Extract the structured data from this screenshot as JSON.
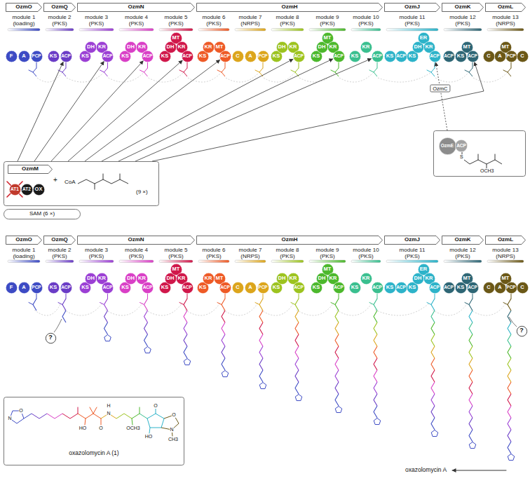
{
  "diagram": {
    "nodes": [
      {
        "text": [
          "OzmO"
        ]
      },
      {
        "text": [
          "OzmQ"
        ]
      },
      {
        "text": [
          "OzmN"
        ]
      },
      {
        "text": [
          "OzmH"
        ]
      },
      {
        "text": [
          "OzmJ"
        ]
      },
      {
        "text": [
          "OzmK"
        ]
      },
      {
        "text": [
          "OzmL"
        ]
      },
      {
        "text": [
          "F"
        ]
      },
      {
        "text": [
          "A"
        ]
      },
      {
        "text": [
          "PCP"
        ]
      },
      {
        "text": [
          "KS"
        ]
      },
      {
        "text": [
          "ACP"
        ]
      },
      {
        "text": [
          "KS"
        ]
      },
      {
        "text": [
          "DH"
        ]
      },
      {
        "text": [
          "KR"
        ]
      },
      {
        "text": [
          "ACP"
        ]
      },
      {
        "text": [
          "KS"
        ]
      },
      {
        "text": [
          "DH"
        ]
      },
      {
        "text": [
          "KR"
        ]
      },
      {
        "text": [
          "ACP"
        ]
      },
      {
        "text": [
          "KS"
        ]
      },
      {
        "text": [
          "DH"
        ]
      },
      {
        "text": [
          "MT"
        ]
      },
      {
        "text": [
          "KR"
        ]
      },
      {
        "text": [
          "ACP"
        ]
      },
      {
        "text": [
          "KS"
        ]
      },
      {
        "text": [
          "KR"
        ]
      },
      {
        "text": [
          "MT"
        ]
      },
      {
        "text": [
          "ACP"
        ]
      },
      {
        "text": [
          "C"
        ]
      },
      {
        "text": [
          "A"
        ]
      },
      {
        "text": [
          "PCP"
        ]
      },
      {
        "text": [
          "KS"
        ]
      },
      {
        "text": [
          "DH"
        ]
      },
      {
        "text": [
          "KR"
        ]
      },
      {
        "text": [
          "ACP"
        ]
      },
      {
        "text": [
          "KS"
        ]
      },
      {
        "text": [
          "DH"
        ]
      },
      {
        "text": [
          "MT"
        ]
      },
      {
        "text": [
          "KR"
        ]
      },
      {
        "text": [
          "ACP"
        ]
      },
      {
        "text": [
          "KS"
        ]
      },
      {
        "text": [
          "KR"
        ]
      },
      {
        "text": [
          "ACP"
        ]
      },
      {
        "text": [
          "KS"
        ]
      },
      {
        "text": [
          "ACP"
        ]
      },
      {
        "text": [
          "KS"
        ]
      },
      {
        "text": [
          "DH"
        ]
      },
      {
        "text": [
          "ER"
        ]
      },
      {
        "text": [
          "KR"
        ]
      },
      {
        "text": [
          "ACP"
        ]
      },
      {
        "text": [
          "ACP"
        ]
      },
      {
        "text": [
          "KS"
        ]
      },
      {
        "text": [
          "MT"
        ]
      },
      {
        "text": [
          "ACP"
        ]
      },
      {
        "text": [
          "C"
        ]
      },
      {
        "text": [
          "A"
        ]
      },
      {
        "text": [
          "MT"
        ]
      },
      {
        "text": [
          "PCP"
        ]
      },
      {
        "text": [
          "C"
        ]
      },
      {
        "text": [
          "+",
          "CoA",
          "(9 ×)"
        ]
      },
      {
        "text": [
          "OzmM"
        ],
        "in": 60
      },
      {
        "text": [
          "AT1"
        ],
        "in": 60
      },
      {
        "text": [
          "AT2"
        ],
        "in": 60
      },
      {
        "text": [
          "OX"
        ],
        "in": 60
      },
      {
        "text": [
          "SAM (6 ×)"
        ]
      },
      {
        "text": [
          "S",
          "OCH3"
        ]
      },
      {
        "text": [
          "OzmE"
        ],
        "in": 66
      },
      {
        "text": [
          "ACP"
        ],
        "in": 66
      },
      {
        "text": [
          "OzmO"
        ]
      },
      {
        "text": [
          "OzmQ"
        ]
      },
      {
        "text": [
          "OzmN"
        ]
      },
      {
        "text": [
          "OzmH"
        ]
      },
      {
        "text": [
          "OzmJ"
        ]
      },
      {
        "text": [
          "OzmK"
        ]
      },
      {
        "text": [
          "OzmL"
        ]
      },
      {
        "text": [
          "F"
        ]
      },
      {
        "text": [
          "A"
        ]
      },
      {
        "text": [
          "PCP"
        ]
      },
      {
        "text": [
          "KS"
        ]
      },
      {
        "text": [
          "ACP"
        ]
      },
      {
        "text": [
          "KS"
        ]
      },
      {
        "text": [
          "DH"
        ]
      },
      {
        "text": [
          "KR"
        ]
      },
      {
        "text": [
          "ACP"
        ]
      },
      {
        "text": [
          "KS"
        ]
      },
      {
        "text": [
          "DH"
        ]
      },
      {
        "text": [
          "KR"
        ]
      },
      {
        "text": [
          "ACP"
        ]
      },
      {
        "text": [
          "KS"
        ]
      },
      {
        "text": [
          "DH"
        ]
      },
      {
        "text": [
          "MT"
        ]
      },
      {
        "text": [
          "KR"
        ]
      },
      {
        "text": [
          "ACP"
        ]
      },
      {
        "text": [
          "KS"
        ]
      },
      {
        "text": [
          "KR"
        ]
      },
      {
        "text": [
          "MT"
        ]
      },
      {
        "text": [
          "ACP"
        ]
      },
      {
        "text": [
          "C"
        ]
      },
      {
        "text": [
          "A"
        ]
      },
      {
        "text": [
          "PCP"
        ]
      },
      {
        "text": [
          "KS"
        ]
      },
      {
        "text": [
          "DH"
        ]
      },
      {
        "text": [
          "KR"
        ]
      },
      {
        "text": [
          "ACP"
        ]
      },
      {
        "text": [
          "KS"
        ]
      },
      {
        "text": [
          "DH"
        ]
      },
      {
        "text": [
          "MT"
        ]
      },
      {
        "text": [
          "KR"
        ]
      },
      {
        "text": [
          "ACP"
        ]
      },
      {
        "text": [
          "KS"
        ]
      },
      {
        "text": [
          "KR"
        ]
      },
      {
        "text": [
          "ACP"
        ]
      },
      {
        "text": [
          "KS"
        ]
      },
      {
        "text": [
          "ACP"
        ]
      },
      {
        "text": [
          "KS"
        ]
      },
      {
        "text": [
          "DH"
        ]
      },
      {
        "text": [
          "ER"
        ]
      },
      {
        "text": [
          "KR"
        ]
      },
      {
        "text": [
          "ACP"
        ]
      },
      {
        "text": [
          "ACP"
        ]
      },
      {
        "text": [
          "KS"
        ]
      },
      {
        "text": [
          "MT"
        ]
      },
      {
        "text": [
          "ACP"
        ]
      },
      {
        "text": [
          "C"
        ]
      },
      {
        "text": [
          "A"
        ]
      },
      {
        "text": [
          "MT"
        ]
      },
      {
        "text": [
          "PCP"
        ]
      },
      {
        "text": [
          "C"
        ]
      },
      {
        "text": [
          "?"
        ]
      },
      {
        "text": [
          "?"
        ]
      },
      {
        "text": [
          "oxazolomycin A (1)"
        ]
      }
    ],
    "edges": [
      {
        "from": 60,
        "to": 11,
        "arrow": "to"
      },
      {
        "from": 60,
        "to": 15,
        "arrow": "to"
      },
      {
        "from": 60,
        "to": 19,
        "arrow": "to"
      },
      {
        "from": 60,
        "to": 24,
        "arrow": "to"
      },
      {
        "from": 60,
        "to": 28,
        "arrow": "to"
      },
      {
        "from": 60,
        "to": 35,
        "arrow": "to"
      },
      {
        "from": 60,
        "to": 40,
        "arrow": "to"
      },
      {
        "from": 60,
        "to": 43,
        "arrow": "to"
      },
      {
        "from": 60,
        "to": 54,
        "arrow": "to"
      },
      {
        "from": 66,
        "to": 50,
        "label": "OzmC",
        "arrow": "to"
      }
    ],
    "labels": [
      "module 1 (loading)",
      "module 2 (PKS)",
      "module 3 (PKS)",
      "module 4 (PKS)",
      "module 5 (PKS)",
      "module 6 (PKS)",
      "module 7 (NRPS)",
      "module 8 (PKS)",
      "module 9 (PKS)",
      "module 10 (PKS)",
      "module 11 (PKS)",
      "module 12 (PKS)",
      "module 13 (NRPS)",
      "module 1 (loading)",
      "module 2 (PKS)",
      "module 3 (PKS)",
      "module 4 (PKS)",
      "module 5 (PKS)",
      "module 6 (PKS)",
      "module 7 (NRPS)",
      "module 8 (PKS)",
      "module 9 (PKS)",
      "module 10 (PKS)",
      "module 11 (PKS)",
      "module 12 (PKS)",
      "module 13 (NRPS)",
      "oxazolomycin A",
      "N",
      "O",
      "HO",
      "O",
      "N",
      "H",
      "OCH3",
      "HO",
      "O",
      "N",
      "CH3",
      "O"
    ]
  }
}
